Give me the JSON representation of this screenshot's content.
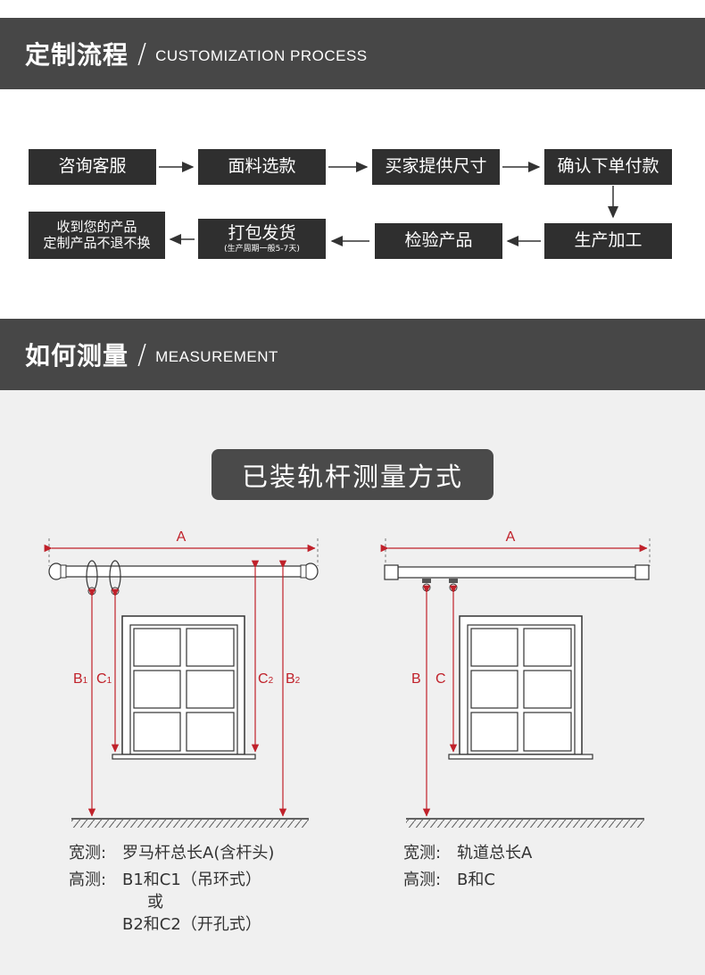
{
  "sections": {
    "process": {
      "title_zh": "定制流程",
      "slash": "/",
      "title_en": "CUSTOMIZATION PROCESS"
    },
    "measure": {
      "title_zh": "如何测量",
      "slash": "/",
      "title_en": "MEASUREMENT"
    }
  },
  "process_steps": {
    "s1": "咨询客服",
    "s2": "面料选款",
    "s3": "买家提供尺寸",
    "s4": "确认下单付款",
    "s5": "生产加工",
    "s6": "检验产品",
    "s7": "打包发货",
    "s7_sub": "(生产周期一般5-7天)",
    "s8_line1": "收到您的产品",
    "s8_line2": "定制产品不退不换"
  },
  "measure_title": "已装轨杆测量方式",
  "left_diagram": {
    "label_A": "A",
    "label_B1": "B",
    "label_B1_sub": "1",
    "label_C1": "C",
    "label_C1_sub": "1",
    "label_C2": "C",
    "label_C2_sub": "2",
    "label_B2": "B",
    "label_B2_sub": "2"
  },
  "right_diagram": {
    "label_A": "A",
    "label_B": "B",
    "label_C": "C"
  },
  "left_caption": {
    "width_label": "宽测:",
    "width_value": "罗马杆总长A(含杆头)",
    "height_label": "高测:",
    "height_value_1": "B1和C1（吊环式）",
    "or": "或",
    "height_value_2": "B2和C2（开孔式）"
  },
  "right_caption": {
    "width_label": "宽测:",
    "width_value": "轨道总长A",
    "height_label": "高测:",
    "height_value": "B和C"
  },
  "colors": {
    "banner": "#474747",
    "step": "#2f2f2f",
    "measure_bg": "#f0f0f0",
    "red": "#c0212a"
  }
}
